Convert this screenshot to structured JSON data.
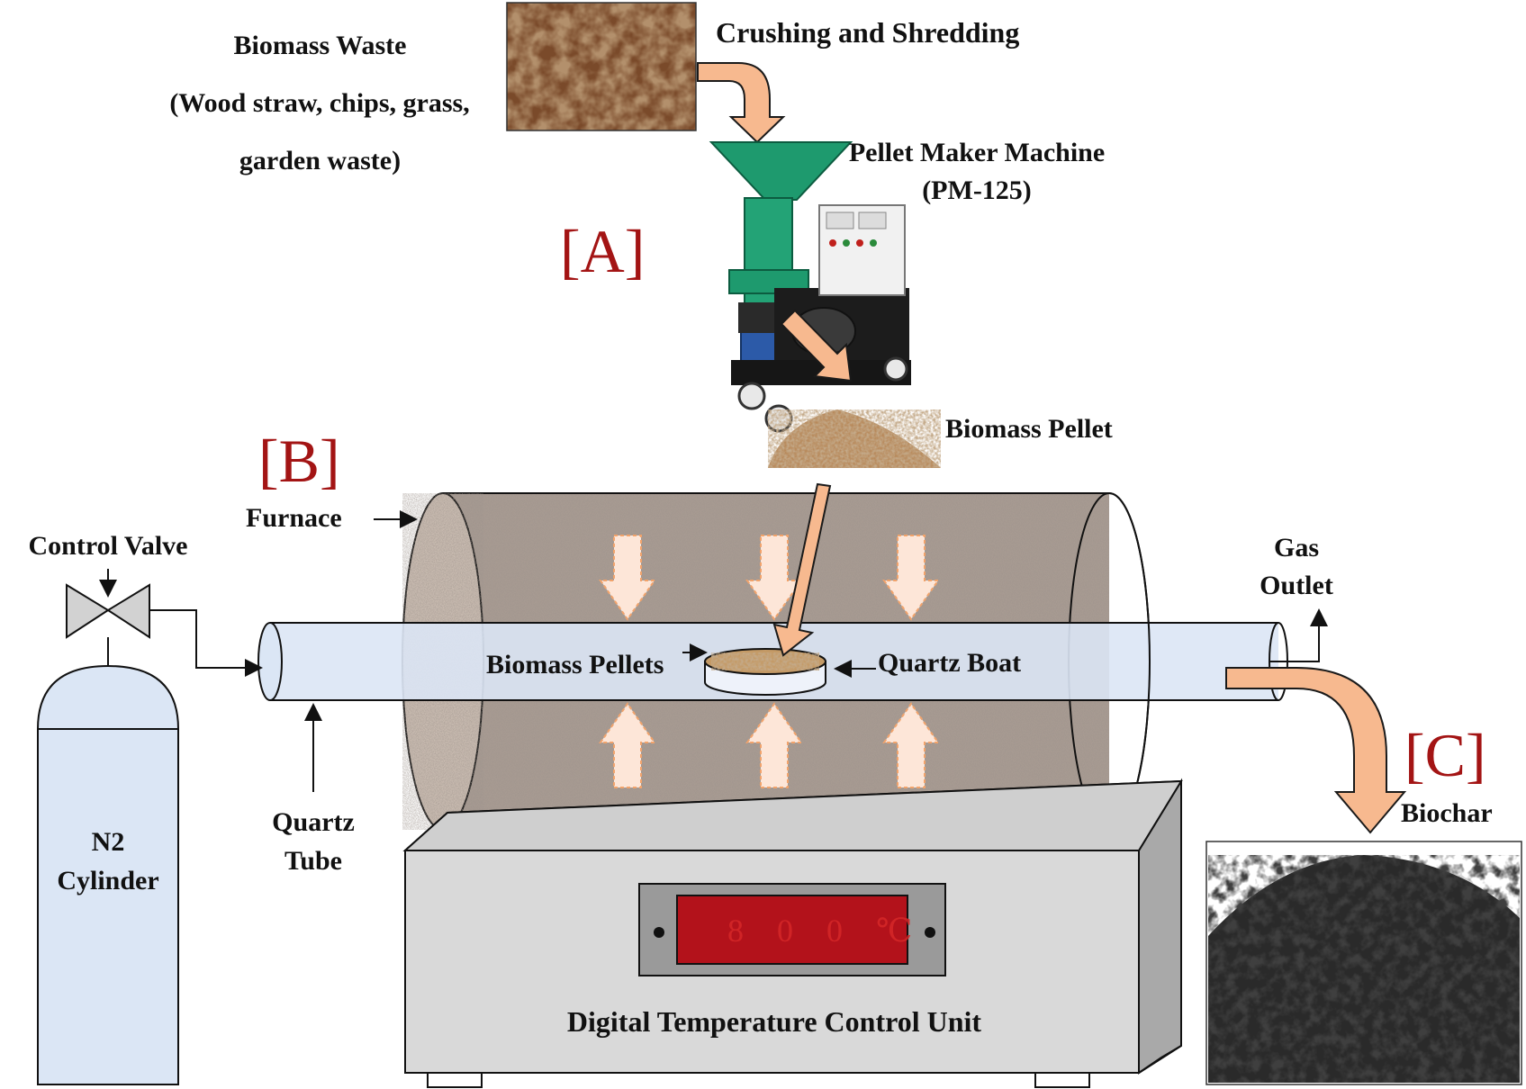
{
  "labels": {
    "biomass_waste_title": "Biomass Waste",
    "biomass_waste_line2": "(Wood straw, chips, grass,",
    "biomass_waste_line3": "garden waste)",
    "crushing": "Crushing and Shredding",
    "pellet_machine_line1": "Pellet Maker Machine",
    "pellet_machine_line2": "(PM-125)",
    "biomass_pellet": "Biomass Pellet",
    "furnace": "Furnace",
    "control_valve": "Control Valve",
    "gas_line1": "Gas",
    "gas_line2": "Outlet",
    "biomass_pellets": "Biomass Pellets",
    "quartz_boat": "Quartz Boat",
    "quartz_line1": "Quartz",
    "quartz_line2": "Tube",
    "n2_line1": "N2",
    "n2_line2": "Cylinder",
    "biochar": "Biochar",
    "control_unit": "Digital Temperature Control Unit",
    "display": "8 0 0 ℃"
  },
  "sections": {
    "a": "[A]",
    "b": "[B]",
    "c": "[C]"
  },
  "colors": {
    "section_label": "#a31414",
    "process_arrow": "#f7b98f",
    "process_arrow_outline": "#1a1a1a",
    "heat_arrow": "#fde6d8",
    "quartz_tube": "#dbe6f5",
    "furnace_texture": "#a89b92",
    "display_red": "#c0121c",
    "control_unit_grey": "#d7d7d7"
  },
  "icons": [
    "valve-icon",
    "n2-cylinder",
    "pellet-maker-machine",
    "furnace",
    "quartz-boat",
    "heat-arrow",
    "biochar-photo",
    "leaf-waste-photo"
  ]
}
